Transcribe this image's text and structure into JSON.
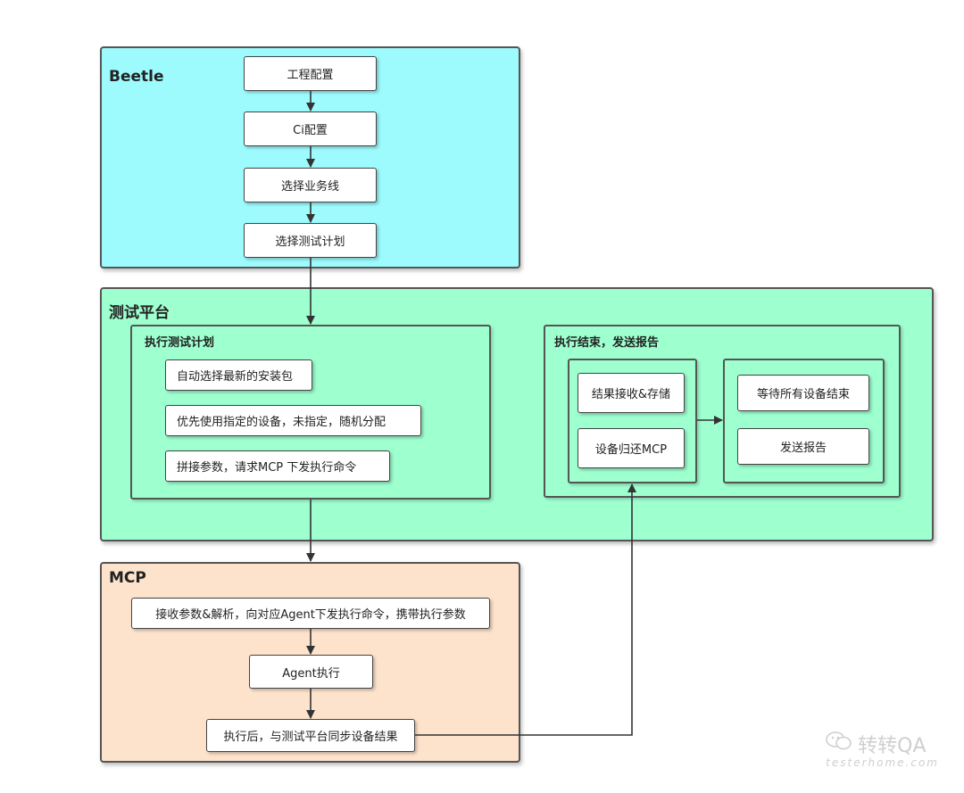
{
  "beetle": {
    "title": "Beetle",
    "steps": [
      "工程配置",
      "Ci配置",
      "选择业务线",
      "选择测试计划"
    ]
  },
  "platform": {
    "title": "测试平台",
    "execute": {
      "title": "执行测试计划",
      "steps": [
        "自动选择最新的安装包",
        "优先使用指定的设备，未指定，随机分配",
        "拼接参数，请求MCP 下发执行命令"
      ]
    },
    "finish": {
      "title": "执行结束，发送报告",
      "left": [
        "结果接收&存储",
        "设备归还MCP"
      ],
      "right": [
        "等待所有设备结束",
        "发送报告"
      ]
    }
  },
  "mcp": {
    "title": "MCP",
    "steps": [
      "接收参数&解析，向对应Agent下发执行命令，携带执行参数",
      "Agent执行",
      "执行后，与测试平台同步设备结果"
    ]
  },
  "watermark": {
    "brand": "转转QA",
    "site": "testerhome.com"
  },
  "colors": {
    "beetle_bg": "#9dfbfd",
    "platform_bg": "#9effcf",
    "mcp_bg": "#fde3cc",
    "line": "#333333"
  }
}
